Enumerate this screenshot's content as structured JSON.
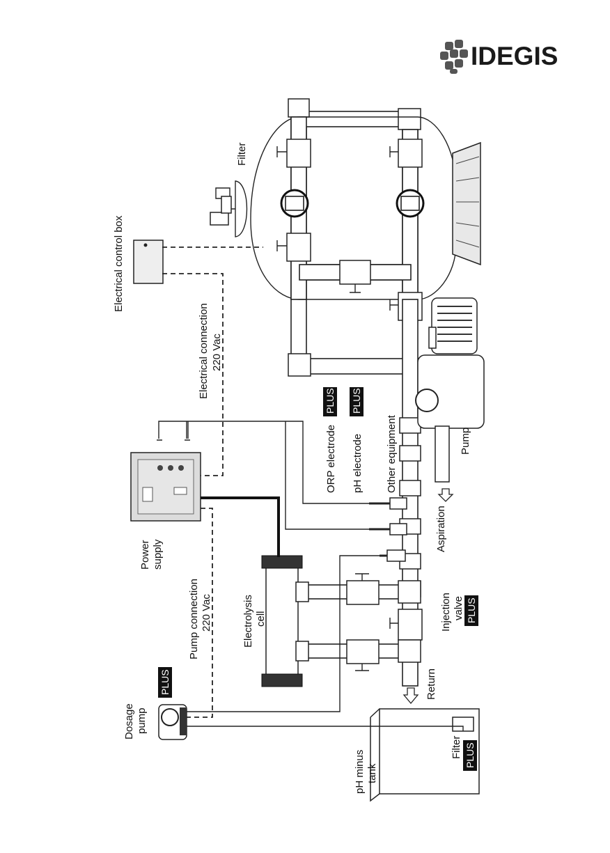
{
  "brand": {
    "name": "IDEGIS",
    "colors": {
      "plus_badge": "#111111",
      "ink": "#222222",
      "logo_tile": "#555555"
    }
  },
  "labels": {
    "filter": "Filter",
    "electrical_control_box": "Electrical control box",
    "electrical_connection_1": "Electrical connection",
    "electrical_connection_2": "220 Vac",
    "orp_electrode": "ORP electrode",
    "ph_electrode": "pH electrode",
    "other_equipment": "Other equipment",
    "pump": "Pump",
    "aspiration": "Aspiration",
    "power_supply_1": "Power",
    "power_supply_2": "supply",
    "pump_connection_1": "Pump connection",
    "pump_connection_2": "220 Vac",
    "electrolysis_cell_1": "Electrolysis",
    "electrolysis_cell_2": "cell",
    "injection_valve_1": "Injection",
    "injection_valve_2": "valve",
    "return": "Return",
    "dosage_pump_1": "Dosage",
    "dosage_pump_2": "pump",
    "ph_minus_tank_1": "pH minus",
    "ph_minus_tank_2": "tank",
    "tank_filter": "Filter"
  },
  "badge": "PLUS",
  "icons": [
    "arrow-right-icon",
    "arrow-down-icon"
  ]
}
